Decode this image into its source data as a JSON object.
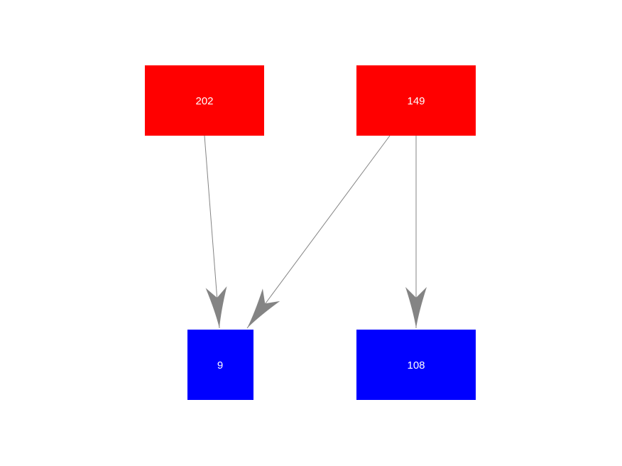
{
  "diagram": {
    "background_color": "#ffffff",
    "edge_color": "#848484",
    "node_red_color": "#ff0000",
    "node_blue_color": "#0000ff",
    "label_color": "#ffffff",
    "nodes": [
      {
        "id": "node-202",
        "label": "202",
        "fill": "#ff0000",
        "text_color": "#ffffff",
        "shape": "rectangle",
        "row": "top"
      },
      {
        "id": "node-149",
        "label": "149",
        "fill": "#ff0000",
        "text_color": "#ffffff",
        "shape": "rectangle",
        "row": "top"
      },
      {
        "id": "node-9",
        "label": "9",
        "fill": "#0000ff",
        "text_color": "#ffffff",
        "shape": "rectangle",
        "row": "bottom"
      },
      {
        "id": "node-108",
        "label": "108",
        "fill": "#0000ff",
        "text_color": "#ffffff",
        "shape": "rectangle",
        "row": "bottom"
      }
    ],
    "edges": [
      {
        "from": "202",
        "to": "9",
        "style": "solid",
        "arrowhead": "vee"
      },
      {
        "from": "149",
        "to": "9",
        "style": "solid",
        "arrowhead": "vee"
      },
      {
        "from": "149",
        "to": "108",
        "style": "solid",
        "arrowhead": "vee"
      }
    ]
  }
}
